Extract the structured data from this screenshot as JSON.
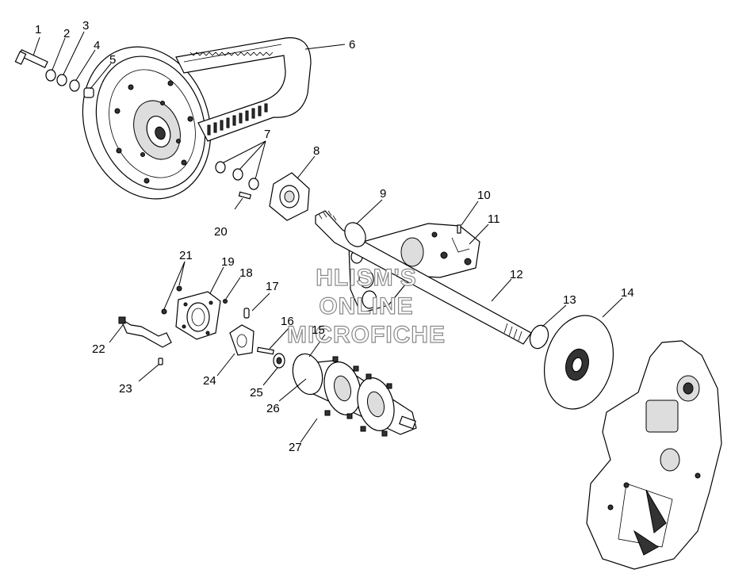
{
  "watermark": {
    "line1": "HLISM'S",
    "line2": "ONLINE",
    "line3": "MICROFICHE"
  },
  "callouts": [
    "1",
    "2",
    "3",
    "4",
    "5",
    "6",
    "7",
    "8",
    "9",
    "10",
    "11",
    "12",
    "13",
    "14",
    "15",
    "16",
    "17",
    "18",
    "19",
    "20",
    "21",
    "22",
    "23",
    "24",
    "25",
    "26",
    "27"
  ]
}
